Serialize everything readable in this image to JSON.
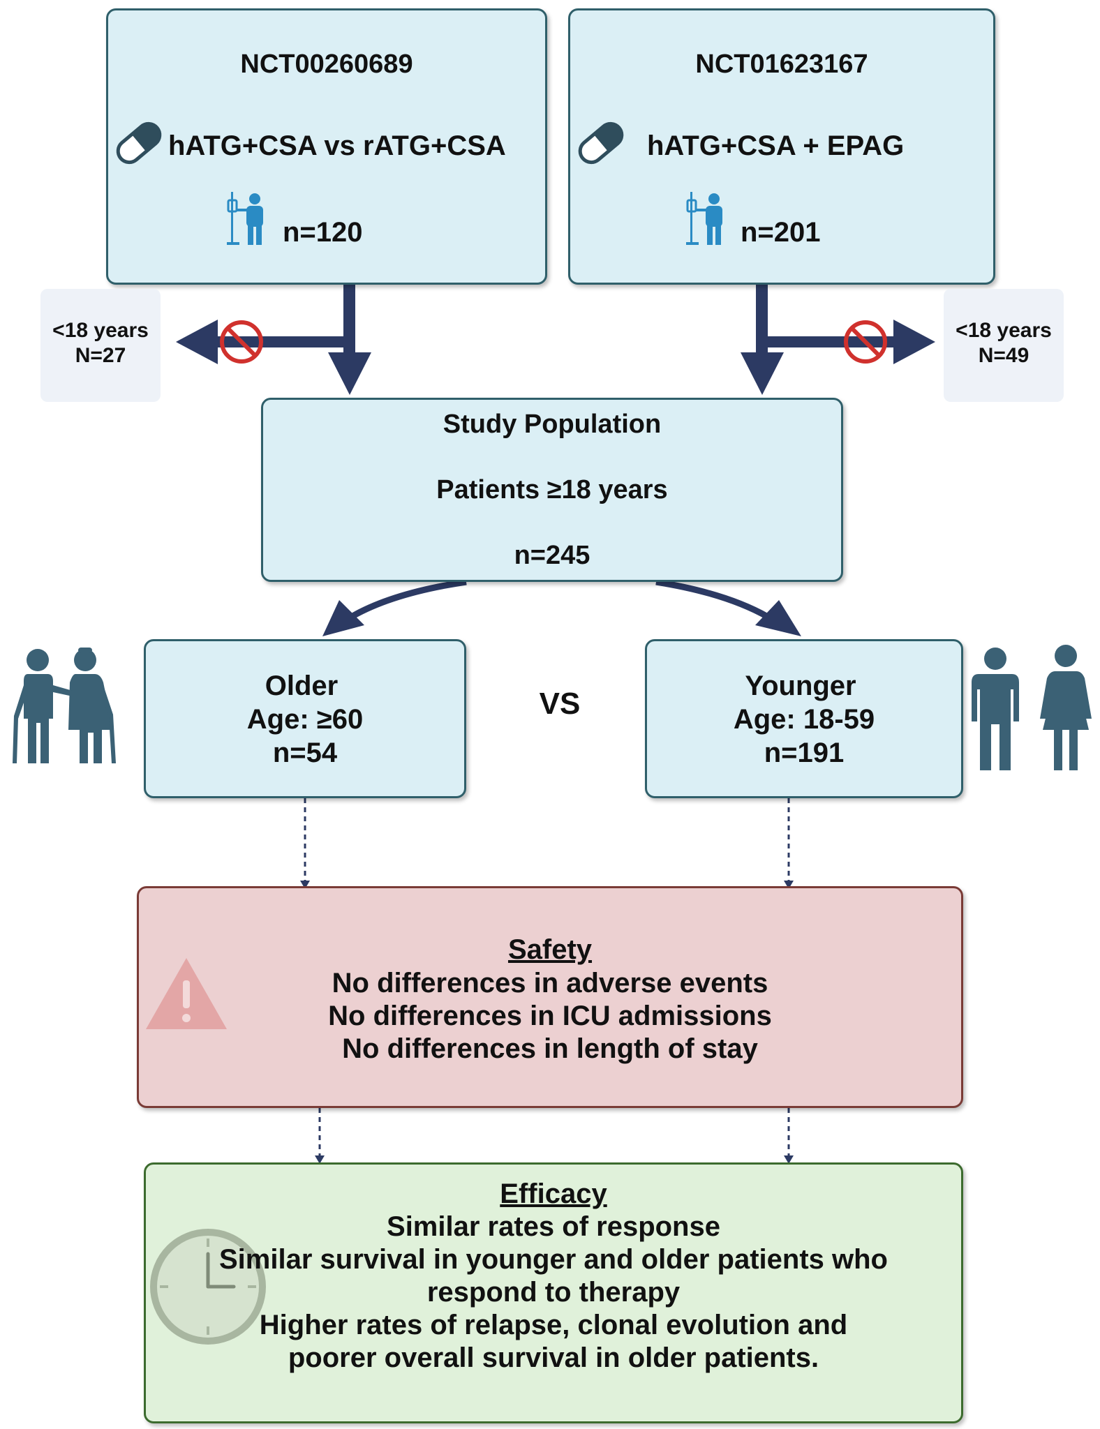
{
  "trials": [
    {
      "id": "NCT00260689",
      "regimen": "hATG+CSA vs rATG+CSA",
      "n": "n=120",
      "excluded": {
        "age": "<18 years",
        "n": "N=27"
      }
    },
    {
      "id": "NCT01623167",
      "regimen": "hATG+CSA + EPAG",
      "n": "n=201",
      "excluded": {
        "age": "<18 years",
        "n": "N=49"
      }
    }
  ],
  "study": {
    "title": "Study Population",
    "criteria": "Patients ≥18 years",
    "n": "n=245"
  },
  "groups": {
    "older": {
      "label": "Older",
      "age": "Age: ≥60",
      "n": "n=54"
    },
    "vs": "VS",
    "younger": {
      "label": "Younger",
      "age": "Age: 18-59",
      "n": "n=191"
    }
  },
  "safety": {
    "title": "Safety",
    "lines": [
      "No differences in adverse events",
      "No differences in ICU admissions",
      "No differences in length of stay"
    ]
  },
  "efficacy": {
    "title": "Efficacy",
    "lines": [
      "Similar rates of response",
      "Similar survival in younger and older patients who",
      "respond to therapy",
      "Higher rates of relapse, clonal evolution and",
      "poorer overall survival in older patients."
    ]
  },
  "colors": {
    "box_fill": "#dbeff5",
    "box_border": "#2f5f6a",
    "arrow": "#2c3a63",
    "safety_fill": "#ecd0d1",
    "efficacy_fill": "#e0f1da",
    "no_sign": "#d0312d",
    "figure": "#3b6175"
  },
  "icons": [
    "pill-icon",
    "iv-patient-icon",
    "no-entry-icon",
    "elderly-couple-icon",
    "man-icon",
    "woman-icon",
    "warning-icon",
    "clock-icon"
  ]
}
